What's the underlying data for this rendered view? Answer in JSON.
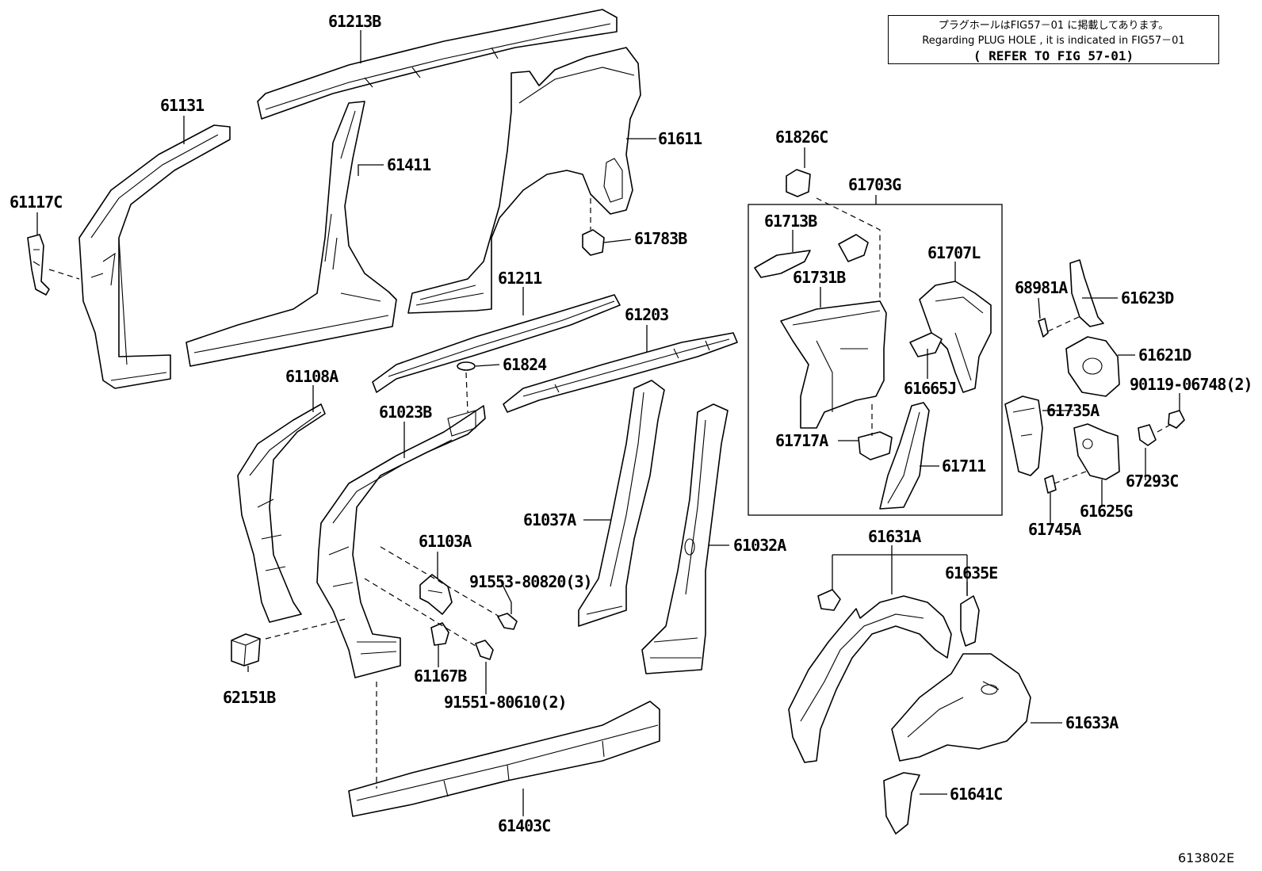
{
  "note": {
    "line_jp": "プラグホールはFIG57－01 に掲載してあります。",
    "line_en": "Regarding PLUG HOLE , it is indicated in FIG57－01",
    "line_ref": "( REFER TO FIG 57-01)"
  },
  "figure_id": "613802E",
  "labels": {
    "p61213B": "61213B",
    "p61131": "61131",
    "p61411": "61411",
    "p61611": "61611",
    "p61117C": "61117C",
    "p61783B": "61783B",
    "p61211": "61211",
    "p61824": "61824",
    "p61203": "61203",
    "p61108A": "61108A",
    "p61023B": "61023B",
    "p61037A": "61037A",
    "p61032A": "61032A",
    "p61103A": "61103A",
    "p91553": "91553-80820(3)",
    "p62151B": "62151B",
    "p61167B": "61167B",
    "p91551": "91551-80610(2)",
    "p61403C": "61403C",
    "p61826C": "61826C",
    "p61703G": "61703G",
    "p61713B": "61713B",
    "p61731B": "61731B",
    "p61707L": "61707L",
    "p61665J": "61665J",
    "p61717A": "61717A",
    "p61711": "61711",
    "p68981A": "68981A",
    "p61623D": "61623D",
    "p61621D": "61621D",
    "p90119": "90119-06748(2)",
    "p61735A": "61735A",
    "p67293C": "67293C",
    "p61625G": "61625G",
    "p61745A": "61745A",
    "p61631A": "61631A",
    "p61635E": "61635E",
    "p61633A": "61633A",
    "p61641C": "61641C"
  }
}
